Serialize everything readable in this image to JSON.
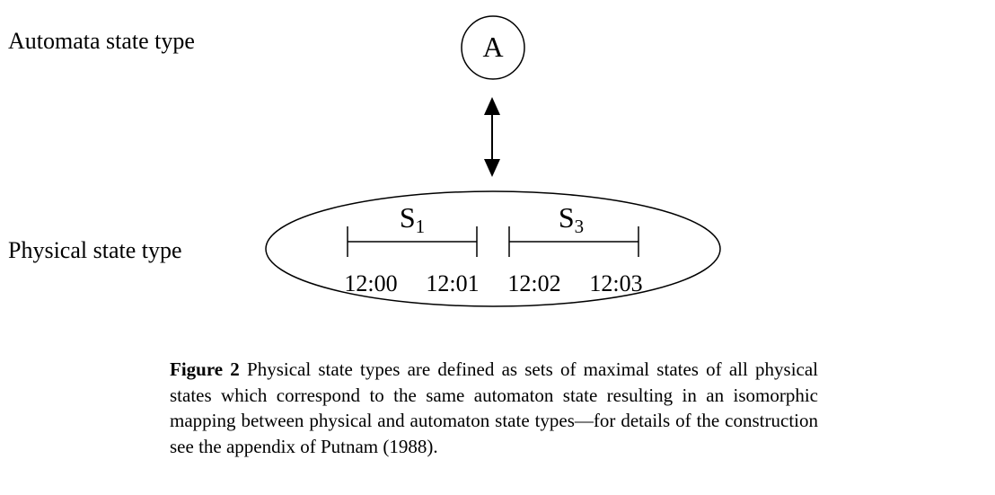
{
  "labels": {
    "automata_type": "Automata state type",
    "physical_type": "Physical state type"
  },
  "automaton_state": "A",
  "segments": [
    {
      "symbol": "S",
      "subscript": "1"
    },
    {
      "symbol": "S",
      "subscript": "3"
    }
  ],
  "time_ticks": [
    "12:00",
    "12:01",
    "12:02",
    "12:03"
  ],
  "caption": {
    "figure_label": "Figure 2",
    "text": "Physical state types are defined as sets of maximal states of all physical states which correspond to the same automaton state resulting in an isomorphic mapping between physical and automaton state types—for details of the construction see the appendix of Putnam (1988)."
  }
}
